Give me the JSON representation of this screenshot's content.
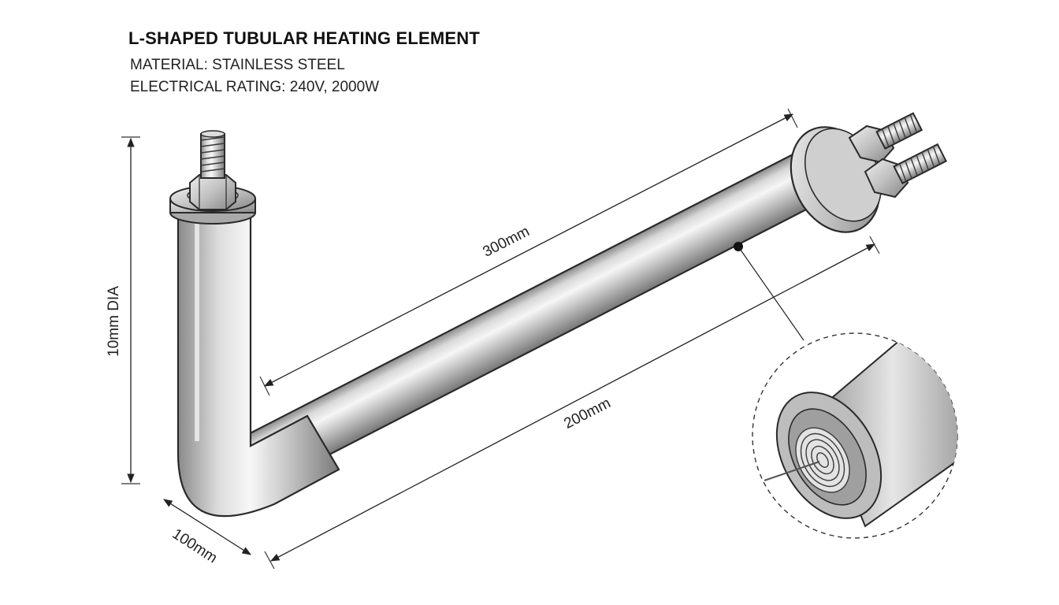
{
  "header": {
    "title": "L-SHAPED TUBULAR HEATING ELEMENT",
    "material": "MATERIAL: STAINLESS STEEL",
    "rating": "ELECTRICAL RATING: 240V, 2000W"
  },
  "dimensions": {
    "top_length": "300mm",
    "bottom_length": "200mm",
    "leg_length": "100mm",
    "diameter": "10mm DIA"
  },
  "colors": {
    "steel_light": "#f2f2f2",
    "steel_mid": "#c4c4c4",
    "steel_dark": "#7d7d7d",
    "outline": "#2a2a2a"
  }
}
